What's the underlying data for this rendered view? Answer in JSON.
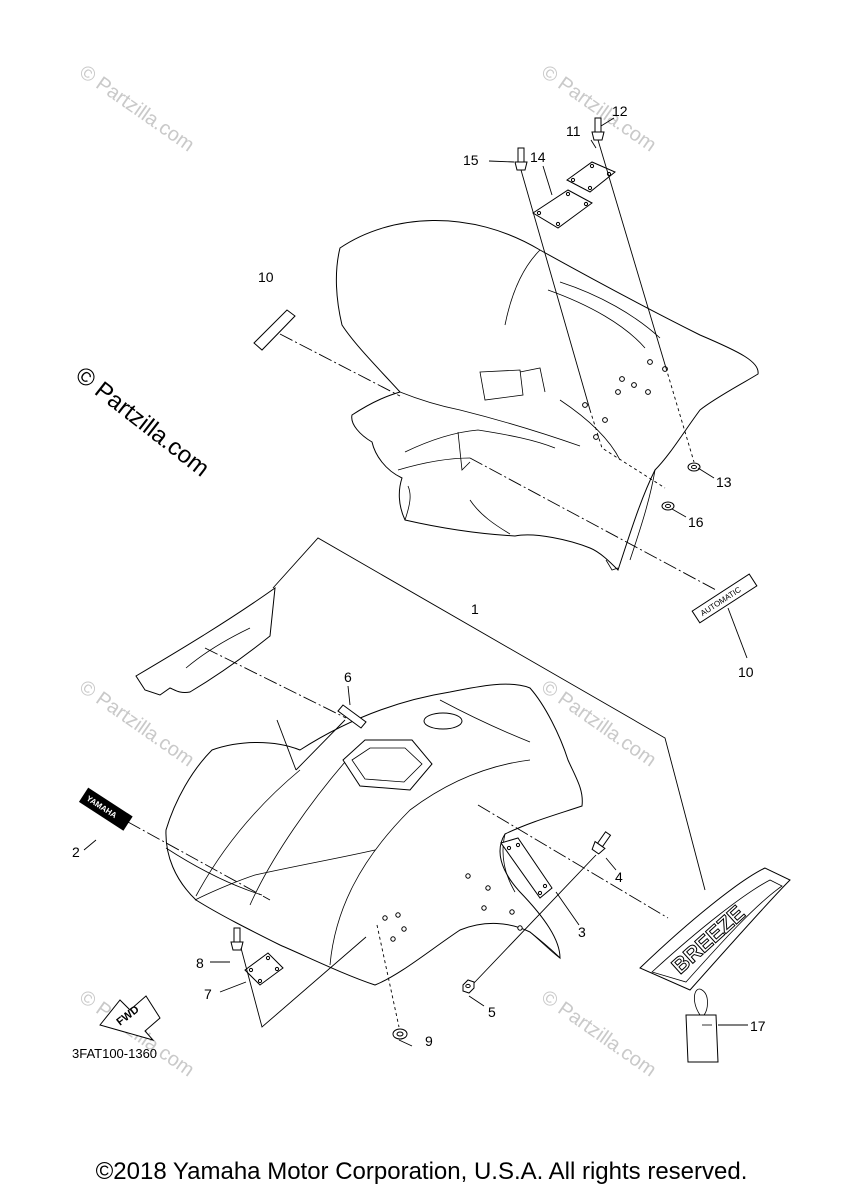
{
  "watermarks": {
    "small": "© Partzilla.com",
    "large": "© Partzilla.com"
  },
  "callouts": {
    "c1": "1",
    "c2": "2",
    "c3": "3",
    "c4": "4",
    "c5": "5",
    "c6": "6",
    "c7": "7",
    "c8": "8",
    "c9": "9",
    "c10a": "10",
    "c10b": "10",
    "c11": "11",
    "c12": "12",
    "c13": "13",
    "c14": "14",
    "c15": "15",
    "c16": "16",
    "c17": "17"
  },
  "decals": {
    "yamaha": "YAMAHA",
    "automatic": "AUTOMATIC",
    "breeze": "BREEZE",
    "fwd": "FWD"
  },
  "diagram_code": "3FAT100-1360",
  "copyright": "©2018 Yamaha Motor Corporation, U.S.A. All rights reserved."
}
